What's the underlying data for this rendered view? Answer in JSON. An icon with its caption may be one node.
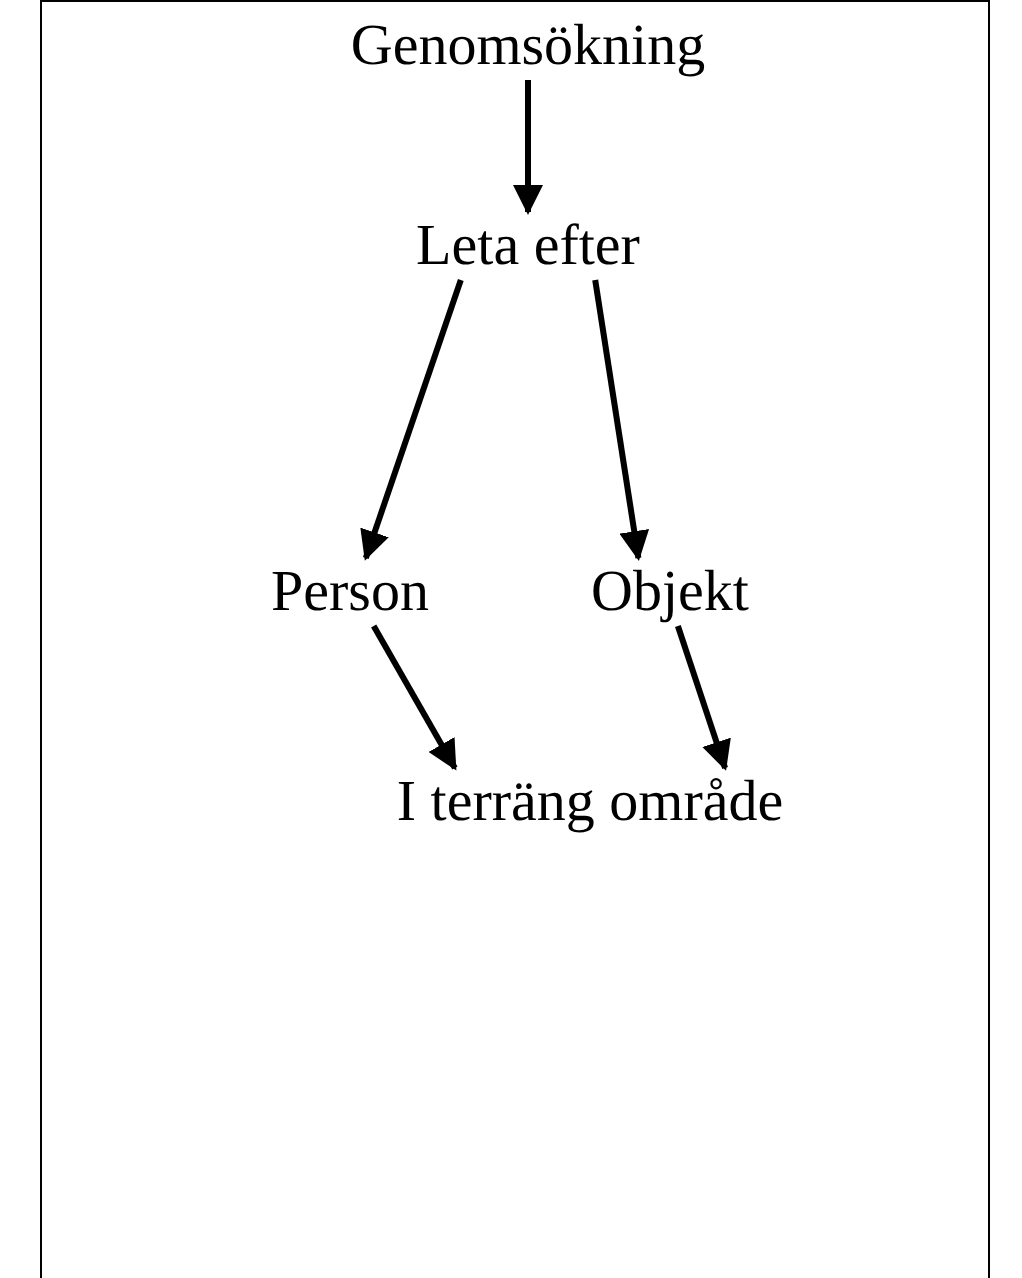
{
  "diagram": {
    "nodes": [
      {
        "text": [
          "Genomsökning"
        ]
      },
      {
        "text": [
          "Leta efter"
        ]
      },
      {
        "text": [
          "Person"
        ]
      },
      {
        "text": [
          "Objekt"
        ]
      },
      {
        "text": [
          "I terräng område"
        ]
      }
    ],
    "edges": [
      {
        "from": 0,
        "to": 1,
        "arrow": "to"
      },
      {
        "from": 1,
        "to": 2,
        "arrow": "to"
      },
      {
        "from": 1,
        "to": 3,
        "arrow": "to"
      },
      {
        "from": 2,
        "to": 4,
        "arrow": "to"
      },
      {
        "from": 3,
        "to": 4,
        "arrow": "to"
      }
    ]
  }
}
